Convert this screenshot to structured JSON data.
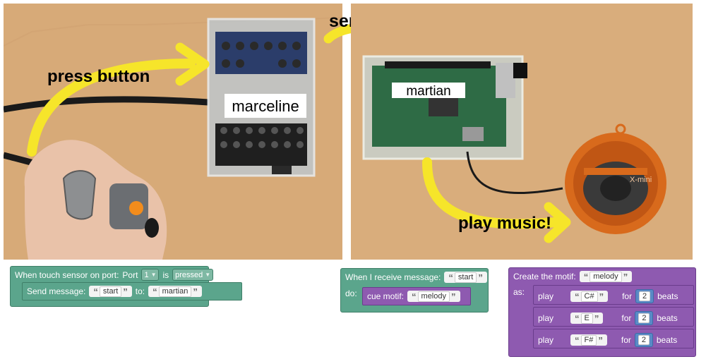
{
  "photo_left": {
    "label_device": "marceline",
    "caption_press": "press button"
  },
  "caption_send": "send message",
  "photo_right": {
    "label_device": "martian",
    "caption_play": "play music!",
    "speaker_brand": "X-mini"
  },
  "block_touch": {
    "header_prefix": "When touch sensor on port:",
    "port_label": "Port",
    "port_value": "1",
    "is_label": "is",
    "state_value": "pressed",
    "send_label": "Send message:",
    "message_value": "start",
    "to_label": "to:",
    "target_value": "martian"
  },
  "block_receive": {
    "header_prefix": "When I receive message:",
    "message_value": "start",
    "do_label": "do:",
    "cue_label": "cue motif:",
    "motif_value": "melody"
  },
  "block_motif": {
    "header_prefix": "Create the motif:",
    "motif_value": "melody",
    "as_label": "as:",
    "plays": [
      {
        "play": "play",
        "note": "C#",
        "for": "for",
        "beats_value": "2",
        "beats": "beats"
      },
      {
        "play": "play",
        "note": "E",
        "for": "for",
        "beats_value": "2",
        "beats": "beats"
      },
      {
        "play": "play",
        "note": "F#",
        "for": "for",
        "beats_value": "2",
        "beats": "beats"
      }
    ]
  },
  "colors": {
    "table": "#d9ad7c",
    "arrow_yellow": "#f6e52a",
    "block_green": "#5ba58c",
    "block_purple": "#8e5ab0",
    "number_blue": "#5a8ac6",
    "speaker_orange": "#d86a1c"
  }
}
